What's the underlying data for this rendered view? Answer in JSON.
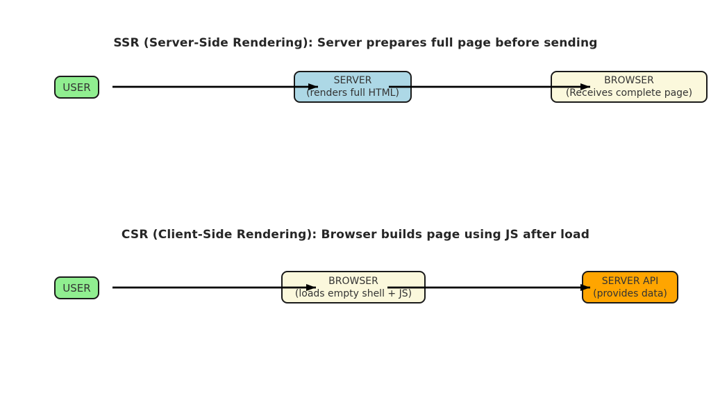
{
  "diagrams": [
    {
      "id": "ssr",
      "title": "SSR (Server-Side Rendering): Server prepares full page before sending",
      "nodes": [
        {
          "id": "user",
          "label": "USER",
          "sublabel": "",
          "color": "#90EE90"
        },
        {
          "id": "server",
          "label": "SERVER",
          "sublabel": "(renders full HTML)",
          "color": "#ADD8E6"
        },
        {
          "id": "browser",
          "label": "BROWSER",
          "sublabel": "(Receives complete page)",
          "color": "#FBF8DC"
        }
      ]
    },
    {
      "id": "csr",
      "title": "CSR (Client-Side Rendering): Browser builds page using JS after load",
      "nodes": [
        {
          "id": "user",
          "label": "USER",
          "sublabel": "",
          "color": "#90EE90"
        },
        {
          "id": "browser",
          "label": "BROWSER",
          "sublabel": "(loads empty shell + JS)",
          "color": "#FBF8DC"
        },
        {
          "id": "server_api",
          "label": "SERVER API",
          "sublabel": "(provides data)",
          "color": "#FFA500"
        }
      ]
    }
  ],
  "colors": {
    "background": "#ffffff",
    "node_border": "#1a1a1a",
    "node_text": "#333333",
    "title_text": "#262626",
    "arrow": "#000000"
  }
}
